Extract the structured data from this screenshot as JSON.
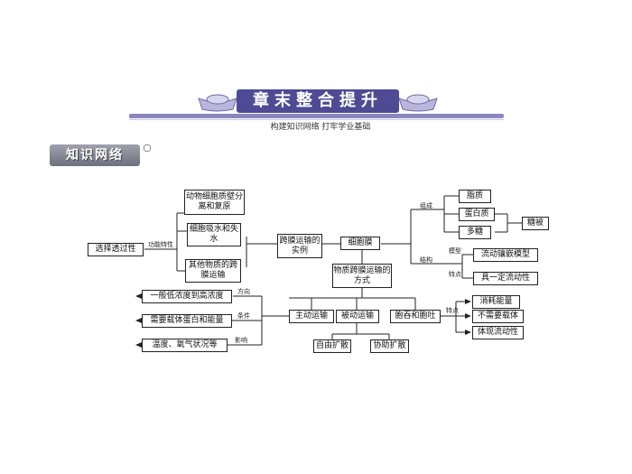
{
  "header": {
    "title": "章末整合提升",
    "subtitle": "构建知识网络    打牢学业基础",
    "section": "知识网络"
  },
  "diagram": {
    "left": {
      "transport_feature": "选择透过性",
      "label_feature": "功能特性",
      "animal_cell": "动物细胞质壁分离和复原",
      "root_absorb": "细胞吸水和失水",
      "other_substances": "其他物质的跨膜运输"
    },
    "center": {
      "examples": "跨膜运输的实例",
      "cell_membrane": "细胞膜",
      "ways": "物质跨膜运输的方式",
      "active": "主动运输",
      "passive": "被动运输",
      "endo_exo": "胞吞和胞吐",
      "free_diffusion": "自由扩散",
      "facilitated": "协助扩散"
    },
    "active_attrs": {
      "direction": "一般低浓度到高浓度",
      "condition": "需要载体蛋白和能量",
      "influence": "温度、氧气状况等",
      "label_direction": "方向",
      "label_condition": "条件",
      "label_influence": "影响"
    },
    "right": {
      "label_composition": "组成",
      "label_structure": "结构",
      "label_model": "模型",
      "label_trait": "特点",
      "label_feature2": "特点",
      "lipid": "脂质",
      "protein": "蛋白质",
      "sugar": "多糖",
      "glycocalyx": "糖被",
      "fluid_mosaic": "流动镶嵌模型",
      "fluidity": "具一定流动性",
      "energy": "消耗能量",
      "no_carrier": "不需要载体",
      "membrane_fluidity": "体现流动性"
    }
  }
}
